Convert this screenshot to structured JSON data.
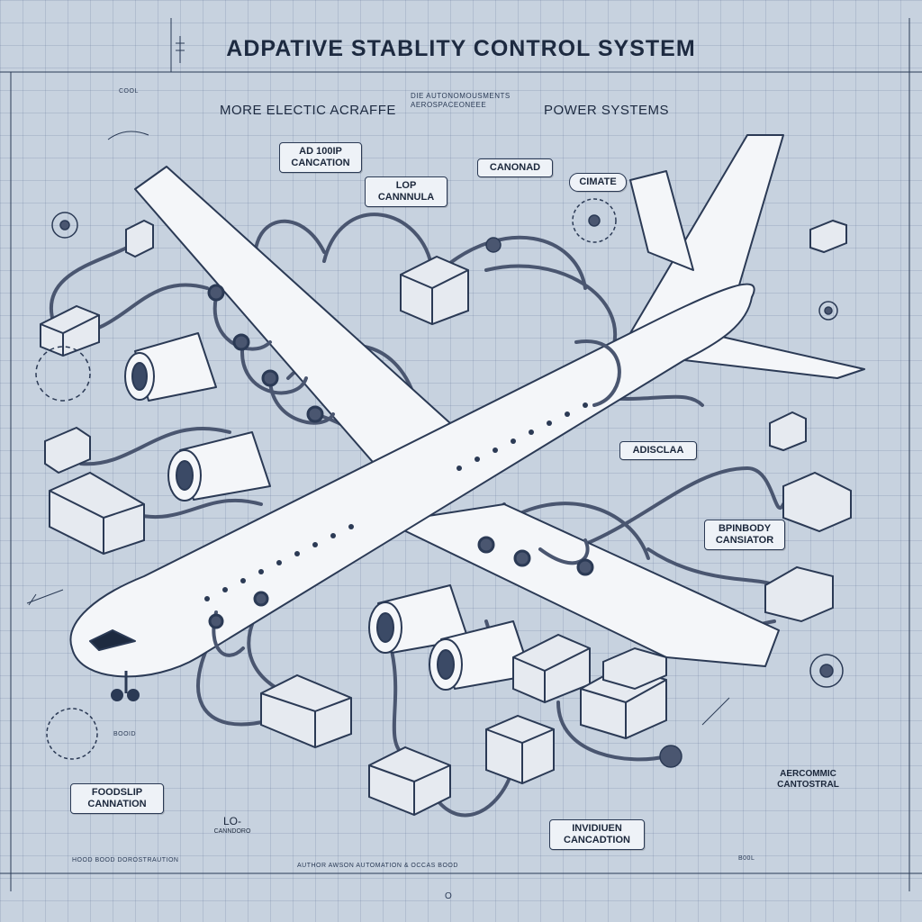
{
  "title": "ADPATIVE STABLITY CONTROL SYSTEM",
  "subtitle_left": "MORE ELECTIC ACRAFFE",
  "subtitle_right": "POWER SYSTEMS",
  "subtitle_mid": [
    "DIE AUTONOMOUSMENTS",
    "AEROSPACEONEEE"
  ],
  "labels": {
    "adaloop": [
      "AD 100IP",
      "CANCATION"
    ],
    "lop": [
      "LOP",
      "CANNNULA"
    ],
    "canonad": "CANONAD",
    "climate": "CIMATE",
    "adisclaa": "ADISCLAA",
    "pinboday": [
      "BPINBODY",
      "CANSIATOR"
    ],
    "foodslip": [
      "FOODSLIP",
      "CANNATION"
    ],
    "aercoming": [
      "AERCOMMIC",
      "CANTOSTRAL"
    ],
    "invidiun": [
      "INVIDIUEN",
      "CANCADTION"
    ],
    "lo": [
      "LO-",
      "CANNDORO"
    ],
    "bolo": "BOOID",
    "cool": "COOL"
  },
  "footer": {
    "left": "HOOD BOOD DOROSTRAUTION",
    "mid": "AUTHOR AWSON AUTOMATION & OCCAS BOOD",
    "right": "B00L",
    "mark": "O"
  },
  "colors": {
    "background": "#c7d2df",
    "ink": "#1d2a40",
    "aircraft": "#f4f6f9",
    "module": "#e6eaf0"
  }
}
